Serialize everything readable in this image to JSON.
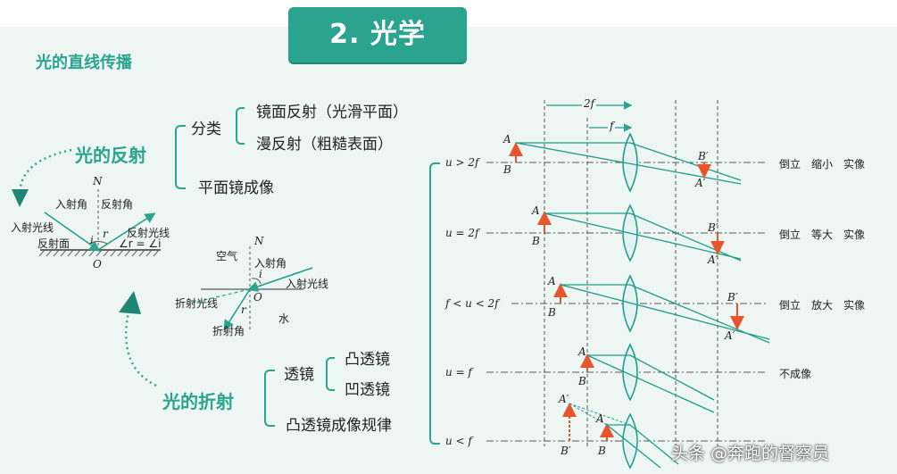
{
  "title": "2. 光学",
  "sections": {
    "straight_line": "光的直线传播",
    "reflection": "光的反射",
    "refraction": "光的折射"
  },
  "reflection": {
    "classification": "分类",
    "specular": "镜面反射（光滑平面）",
    "diffuse": "漫反射（粗糙表面）",
    "plane_mirror": "平面镜成像",
    "diagram": {
      "normal": "N",
      "incident_angle": "入射角",
      "reflection_angle": "反射角",
      "incident_ray": "入射光线",
      "reflected_ray": "反射光线",
      "reflecting_surface": "反射面",
      "i": "i",
      "r": "r",
      "origin": "O",
      "law": "∠r = ∠i"
    }
  },
  "refraction": {
    "lens": "透镜",
    "convex": "凸透镜",
    "concave": "凹透镜",
    "convex_rule": "凸透镜成像规律",
    "diagram": {
      "air": "空气",
      "water": "水",
      "normal": "N",
      "incident_angle": "入射角",
      "incident_ray": "入射光线",
      "refracted_ray": "折射光线",
      "refraction_angle": "折射角",
      "i": "i",
      "r": "r",
      "origin": "O"
    }
  },
  "lens_diagram": {
    "two_f": "2f",
    "f": "f",
    "cases": [
      {
        "cond": "u > 2f",
        "result": "倒立　缩小　实像"
      },
      {
        "cond": "u = 2f",
        "result": "倒立　等大　实像"
      },
      {
        "cond": "f < u < 2f",
        "result": "倒立　放大　实像"
      },
      {
        "cond": "u = f",
        "result": "不成像"
      },
      {
        "cond": "u < f",
        "result": ""
      }
    ],
    "labels": {
      "A": "A",
      "B": "B",
      "A_prime": "A′",
      "B_prime": "B′"
    }
  },
  "watermark": "头条 @奔跑的督察员",
  "colors": {
    "accent": "#2aa38f",
    "arrow": "#e8542b",
    "ray": "#1e9c8a"
  }
}
